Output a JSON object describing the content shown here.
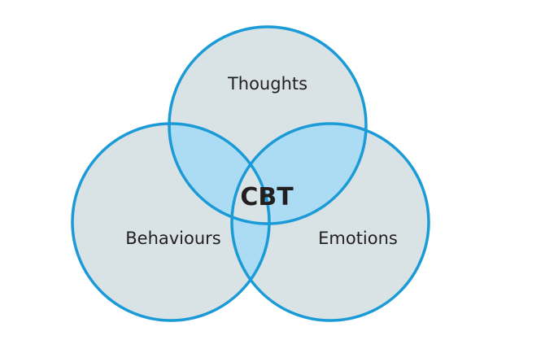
{
  "diagram": {
    "type": "venn",
    "center_label": "CBT",
    "circles": [
      {
        "label": "Thoughts"
      },
      {
        "label": "Behaviours"
      },
      {
        "label": "Emotions"
      }
    ],
    "colors": {
      "fill": "#d9e3e6",
      "overlap": "#acdcf3",
      "stroke": "#1a9ad6",
      "text": "#231f20"
    }
  }
}
